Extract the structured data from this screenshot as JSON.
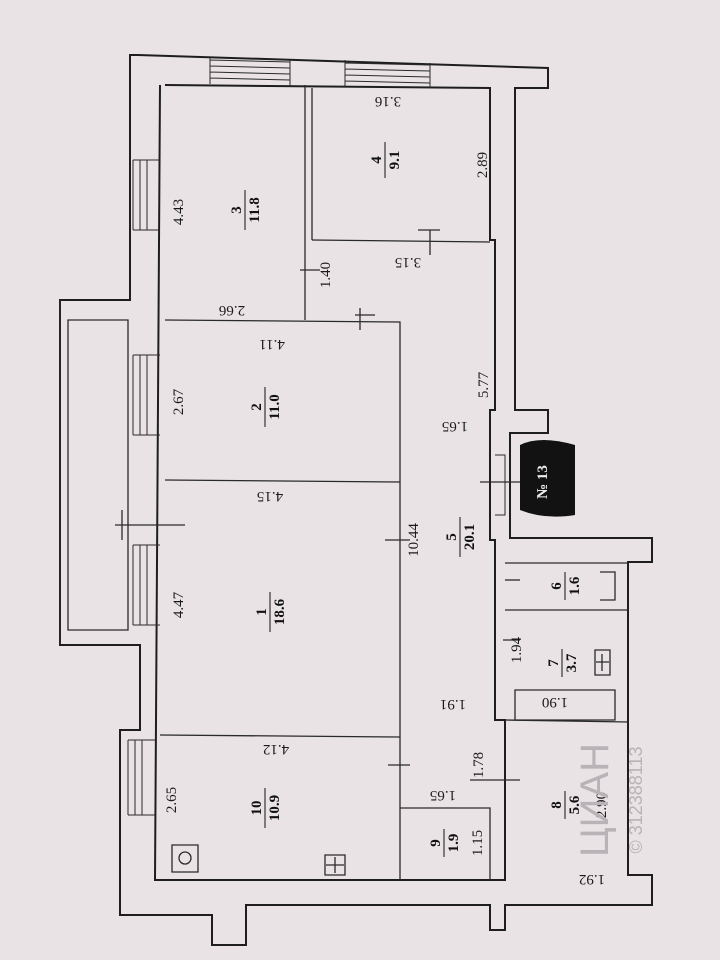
{
  "rooms": [
    {
      "number": "1",
      "area": "18.6"
    },
    {
      "number": "2",
      "area": "11.0"
    },
    {
      "number": "3",
      "area": "11.8"
    },
    {
      "number": "4",
      "area": "9.1"
    },
    {
      "number": "5",
      "area": "20.1"
    },
    {
      "number": "6",
      "area": "1.6"
    },
    {
      "number": "7",
      "area": "3.7"
    },
    {
      "number": "8",
      "area": "5.6"
    },
    {
      "number": "9",
      "area": "1.9"
    },
    {
      "number": "10",
      "area": "10.9"
    }
  ],
  "dimensions": {
    "d_4_43": "4.43",
    "d_3_16": "3.16",
    "d_2_89": "2.89",
    "d_3_15": "3.15",
    "d_1_40": "1.40",
    "d_2_66": "2.66",
    "d_4_11": "4.11",
    "d_2_67": "2.67",
    "d_5_77": "5.77",
    "d_1_65a": "1.65",
    "d_4_15": "4.15",
    "d_10_44": "10.44",
    "d_4_47": "4.47",
    "d_1_94": "1.94",
    "d_1_91": "1.91",
    "d_1_90": "1.90",
    "d_4_12": "4.12",
    "d_1_78": "1.78",
    "d_2_65": "2.65",
    "d_1_65b": "1.65",
    "d_2_90": "2.90",
    "d_1_15": "1.15",
    "d_1_92": "1.92"
  },
  "entrance_label": "№ 13",
  "watermark": {
    "brand": "ЦИАН",
    "id": "© 312388113"
  }
}
